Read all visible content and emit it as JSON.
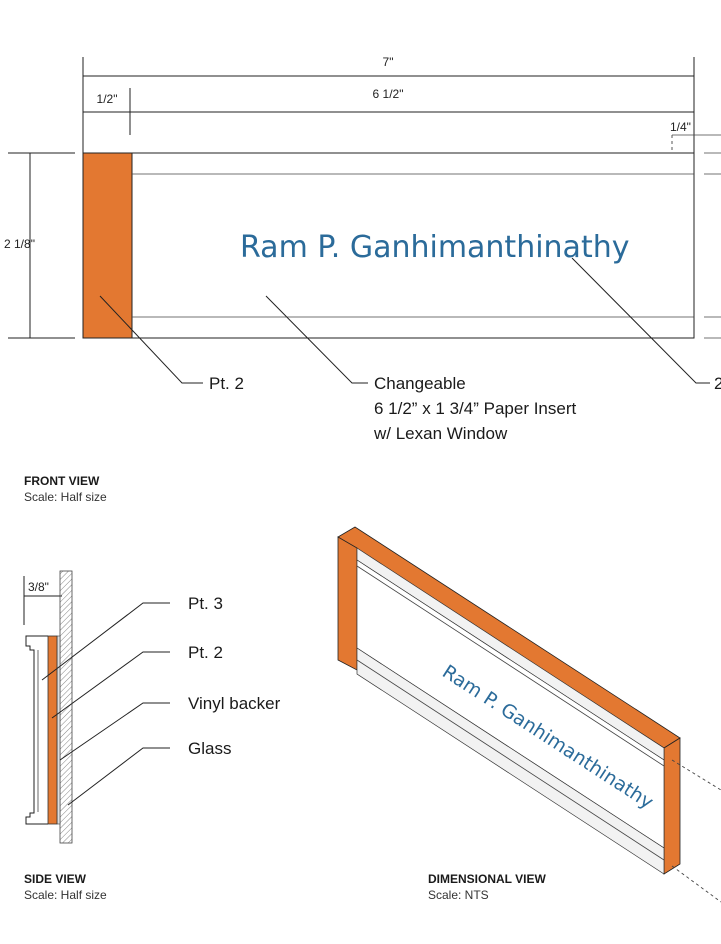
{
  "dimensions": {
    "overall_width": "7\"",
    "window_width": "6 1/2\"",
    "end_cap_width": "1/2\"",
    "inset": "1/4\"",
    "height": "2 1/8\"",
    "depth": "3/8\"",
    "partial_callout": "2"
  },
  "nameplate": {
    "name": "Ram P. Ganhimanthinathy"
  },
  "front_callouts": {
    "pt2": "Pt. 2",
    "changeable_line1": "Changeable",
    "changeable_line2": "6 1/2” x 1 3/4” Paper Insert",
    "changeable_line3": "w/ Lexan Window"
  },
  "side_callouts": {
    "pt3": "Pt. 3",
    "pt2": "Pt. 2",
    "vinyl": "Vinyl backer",
    "glass": "Glass"
  },
  "views": {
    "front_title": "FRONT VIEW",
    "front_scale": "Scale: Half size",
    "side_title": "SIDE VIEW",
    "side_scale": "Scale: Half size",
    "dimensional_title": "DIMENSIONAL VIEW",
    "dimensional_scale": "Scale: NTS"
  },
  "colors": {
    "orange": "#e37831",
    "name_blue": "#2b6b9a"
  }
}
